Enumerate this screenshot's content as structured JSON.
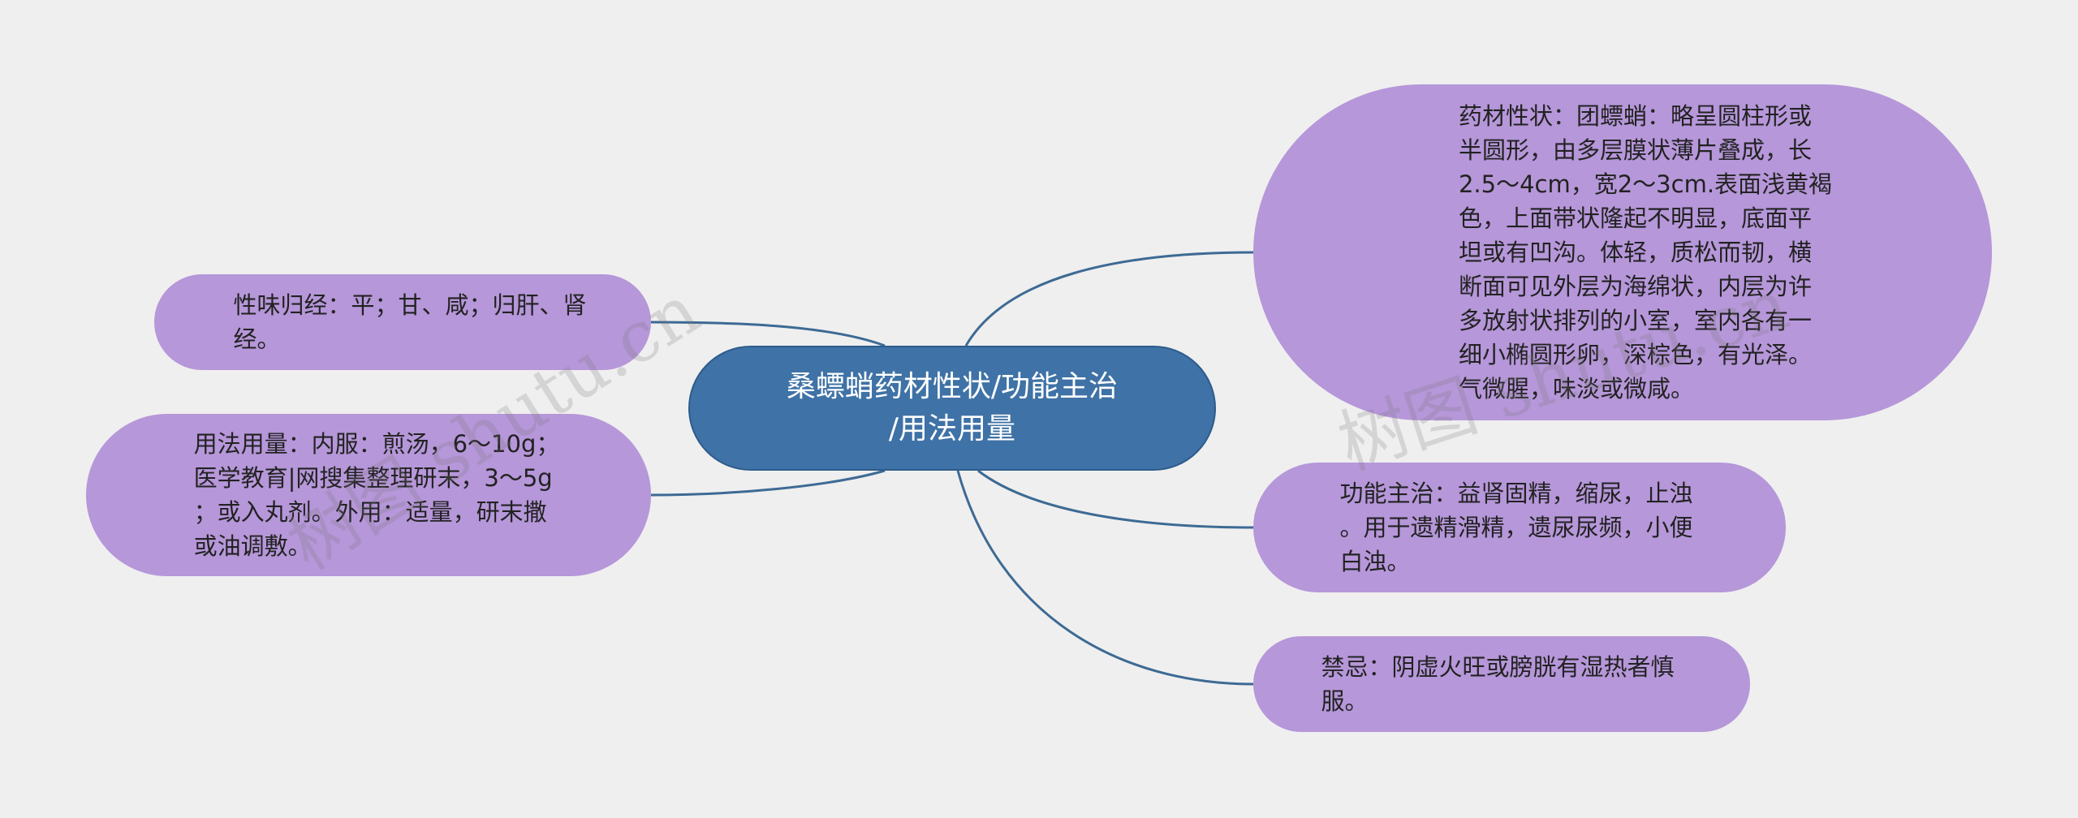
{
  "diagram": {
    "center": {
      "text": "桑螵蛸药材性状/功能主治\n/用法用量"
    },
    "left_branches": [
      {
        "id": "xingwei",
        "text": "性味归经：平；甘、咸；归肝、肾\n经。"
      },
      {
        "id": "yongfa",
        "text": "用法用量：内服：煎汤，6～10g；\n医学教育|网搜集整理研末，3～5g\n；或入丸剂。外用：适量，研末撒\n或油调敷。"
      }
    ],
    "right_branches": [
      {
        "id": "yaocai",
        "text": "药材性状：团螵蛸：略呈圆柱形或\n半圆形，由多层膜状薄片叠成，长\n2.5～4cm，宽2～3cm.表面浅黄褐\n色，上面带状隆起不明显，底面平\n坦或有凹沟。体轻，质松而韧，横\n断面可见外层为海绵状，内层为许\n多放射状排列的小室，室内各有一\n细小椭圆形卵，深棕色，有光泽。\n气微腥，味淡或微咸。"
      },
      {
        "id": "gongneng",
        "text": "功能主治：益肾固精，缩尿，止浊\n。用于遗精滑精，遗尿尿频，小便\n白浊。"
      },
      {
        "id": "jinji",
        "text": "禁忌：阴虚火旺或膀胱有湿热者慎\n服。"
      }
    ]
  },
  "colors": {
    "background": "#efefef",
    "center_fill": "#3f72a6",
    "topic_fill": "#b697d9",
    "connector": "#3d6a94"
  },
  "watermarks": [
    "树图 shutu.cn",
    "树图 shutu.cn"
  ]
}
